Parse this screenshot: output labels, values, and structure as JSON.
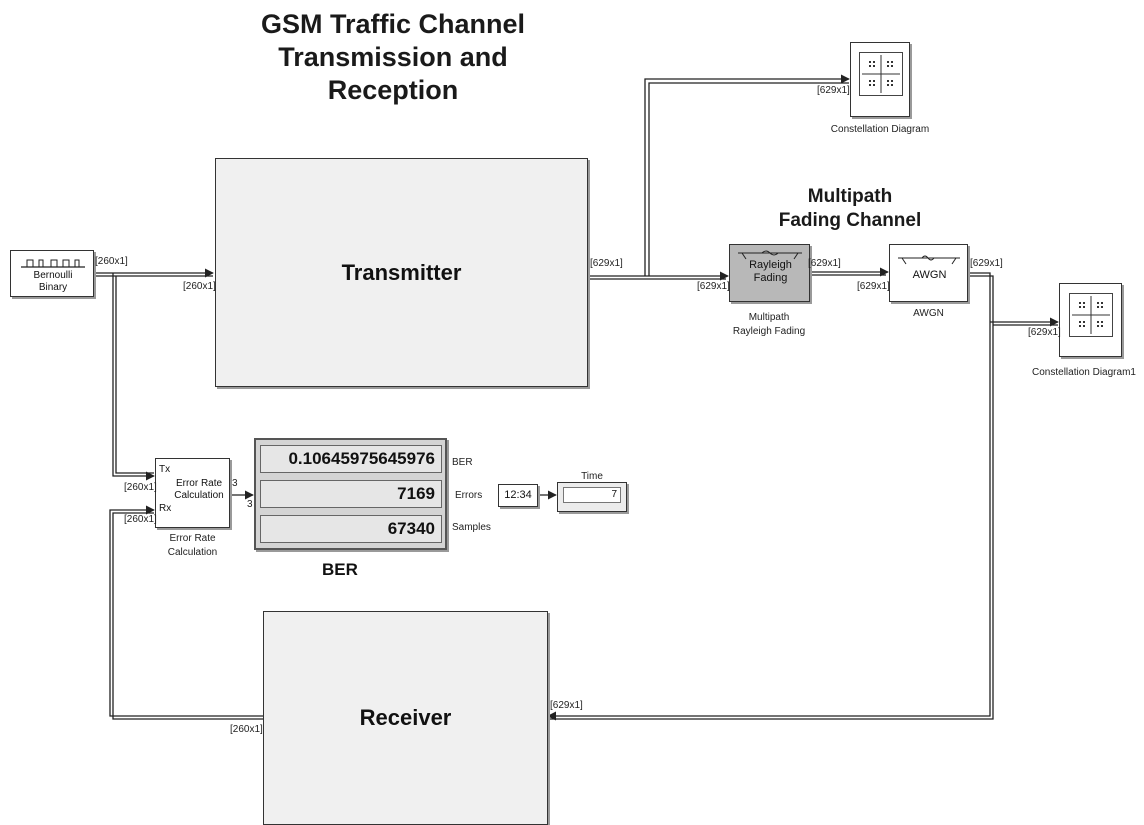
{
  "title": {
    "line1": "GSM Traffic Channel",
    "line2": "Transmission and",
    "line3": "Reception"
  },
  "channel_title": {
    "line1": "Multipath",
    "line2": "Fading Channel"
  },
  "blocks": {
    "bernoulli": {
      "line1": "Bernoulli",
      "line2": "Binary"
    },
    "transmitter": {
      "label": "Transmitter"
    },
    "receiver": {
      "label": "Receiver"
    },
    "rayleigh": {
      "line1": "Rayleigh",
      "line2": "Fading",
      "caption1": "Multipath",
      "caption2": "Rayleigh Fading"
    },
    "awgn": {
      "label": "AWGN",
      "caption": "AWGN"
    },
    "constellation1": {
      "caption": "Constellation Diagram"
    },
    "constellation2": {
      "caption": "Constellation Diagram1"
    },
    "error_rate": {
      "line1": "Error Rate",
      "line2": "Calculation",
      "caption1": "Error Rate",
      "caption2": "Calculation",
      "port_tx": "Tx",
      "port_rx": "Rx",
      "port_out": "3"
    },
    "ber_display": {
      "caption": "BER",
      "rows": [
        {
          "value": "0.10645975645976",
          "label": "BER"
        },
        {
          "value": "7169",
          "label": "Errors"
        },
        {
          "value": "67340",
          "label": "Samples"
        }
      ],
      "port_in": "3"
    },
    "clock": {
      "label": "12:34"
    },
    "time_display": {
      "caption": "Time",
      "value": "7"
    }
  },
  "signal_labels": {
    "bern_out": "[260x1]",
    "tx_in": "[260x1]",
    "tx_out": "[629x1]",
    "const1_in": "[629x1]",
    "ray_in": "[629x1]",
    "ray_out": "[629x1]",
    "awgn_in": "[629x1]",
    "awgn_out": "[629x1]",
    "const2_in": "[629x1]",
    "rx_in": "[629x1]",
    "rx_out": "[260x1]",
    "err_tx_in": "[260x1]",
    "err_rx_in": "[260x1]"
  }
}
